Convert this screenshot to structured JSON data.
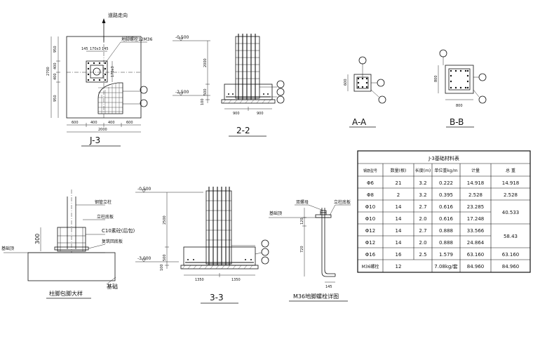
{
  "plan_j3": {
    "road_label": "道路走向",
    "anchor_label": "地脚螺栓12M36",
    "dim_top": [
      "145",
      "170x3",
      "145"
    ],
    "dim_right": [
      "170x3"
    ],
    "dim_left": [
      "950",
      "400",
      "400",
      "950"
    ],
    "dim_left_total": "2700",
    "dim_bottom": [
      "600",
      "400",
      "400",
      "600"
    ],
    "dim_bottom_total": "2000",
    "title": "J-3"
  },
  "section_22": {
    "elev_top": "-0.500",
    "elev_bottom": "-2.500",
    "dim_left": [
      "2000",
      "500",
      "100"
    ],
    "dim_bottom": [
      "900",
      "900"
    ],
    "title": "2-2"
  },
  "section_aa": {
    "dim_height": "600",
    "title": "A-A"
  },
  "section_bb": {
    "dim_height": "800",
    "dim_width": "800",
    "title": "B-B"
  },
  "detail_base": {
    "steel_column": "钢管立柱",
    "column_plate": "立柱底板",
    "concrete": "C10素砼(后包)",
    "anchor_plate": "复筑回底板",
    "ground_left": "基础顶",
    "foundation": "基础",
    "dim_height": "300",
    "title": "柱脚包脚大样"
  },
  "section_33": {
    "elev_top": "-0.500",
    "elev_bottom": "-3.000",
    "dim_left": [
      "2500",
      "500",
      "100"
    ],
    "dim_bottom": [
      "1350",
      "1350"
    ],
    "title": "3-3"
  },
  "detail_m36": {
    "ground": "基础顶",
    "double_nut": "双螺母",
    "column_plate": "立柱底板",
    "dim_top": "120",
    "dim_mid": "720",
    "dim_bottom": "145",
    "title": "M36地脚螺栓详图"
  },
  "material_table": {
    "title": "J-3基础材料表",
    "headers": [
      "钢筋型号",
      "数量(根)",
      "长度(m)",
      "单位重kg/m",
      "计量",
      "总  重"
    ],
    "rows": [
      [
        "Φ6",
        "21",
        "3.2",
        "0.222",
        "14.918",
        "14.918"
      ],
      [
        "Φ8",
        "2",
        "3.2",
        "0.395",
        "2.528",
        "2.528"
      ],
      [
        "Φ10",
        "14",
        "2.7",
        "0.616",
        "23.285",
        ""
      ],
      [
        "Φ10",
        "14",
        "2.0",
        "0.616",
        "17.248",
        ""
      ],
      [
        "Φ12",
        "14",
        "2.7",
        "0.888",
        "33.566",
        ""
      ],
      [
        "Φ12",
        "14",
        "2.0",
        "0.888",
        "24.864",
        ""
      ],
      [
        "Φ16",
        "16",
        "2.5",
        "1.579",
        "63.160",
        "63.160"
      ]
    ],
    "merged_totals": [
      "40.533",
      "58.43"
    ],
    "last_row": [
      "M36螺栓",
      "12",
      "7.08kg/套",
      "84.960",
      "84.960"
    ]
  }
}
